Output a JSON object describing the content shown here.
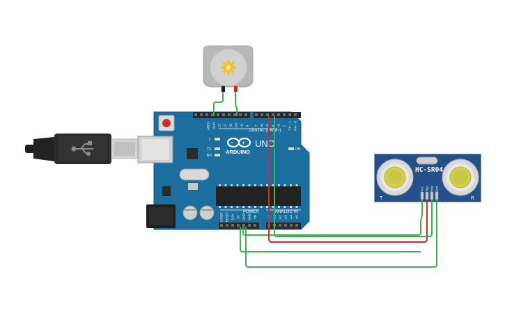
{
  "board": {
    "brand": "ARDUINO",
    "model": "UNO",
    "section_digital": "DIGITAL (PWM~)",
    "section_power": "POWER",
    "section_analog": "ANALOG IN",
    "label_on": "ON",
    "label_l": "L",
    "label_tx": "TX",
    "label_rx": "RX",
    "top_pins": [
      "AREF",
      "GND",
      "13",
      "12",
      "~11",
      "~10",
      "~9",
      "8",
      "7",
      "~6",
      "~5",
      "4",
      "~3",
      "2",
      "TX→1",
      "RX←0"
    ],
    "power_pins": [
      "IOREF",
      "RESET",
      "3.3V",
      "5V",
      "GND",
      "GND",
      "Vin"
    ],
    "analog_pins": [
      "A0",
      "A1",
      "A2",
      "A3",
      "A4",
      "A5"
    ]
  },
  "sensor": {
    "model": "HC-SR04",
    "pins": [
      "Vcc",
      "Trig",
      "Echo",
      "Gnd"
    ],
    "left_mark": "T",
    "right_mark": "R"
  },
  "colors": {
    "board": "#1b6e9e",
    "wire_green": "#3ab54a",
    "wire_red": "#d9272e",
    "sensor_board": "#23508a"
  }
}
